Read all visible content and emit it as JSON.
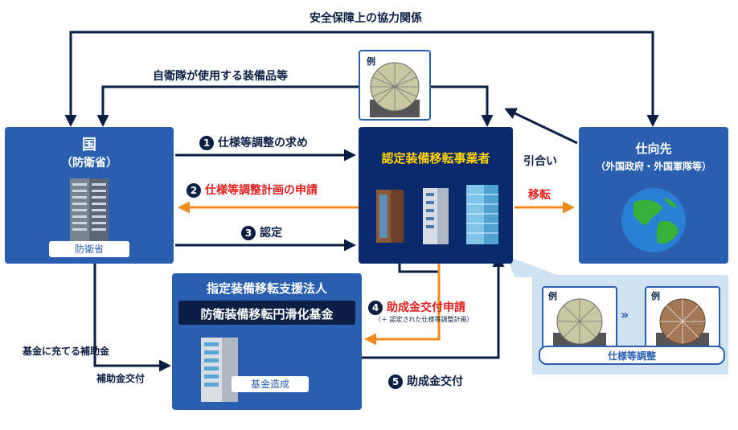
{
  "labels": {
    "security": "安全保障上の協力関係",
    "equipment": "自衛隊が使用する装備品等",
    "step1": "仕様等調整の求め",
    "step2": "仕様等調整計画の申請",
    "step3": "認定",
    "step4": "助成金交付申請",
    "step4_sub": "（＋ 認定された仕様等調整計画）",
    "step5": "助成金交付",
    "intro": "引合い",
    "transfer": "移転",
    "subsidy_fund": "基金に充てる補助金",
    "subsidy_grant": "補助金交付"
  },
  "badges": {
    "b1": "1",
    "b2": "2",
    "b3": "3",
    "b4": "4",
    "b5": "5"
  },
  "country": {
    "title": "国",
    "subtitle": "（防衛省）",
    "pill": "防衛省"
  },
  "business": {
    "title": "認定装備移転事業者"
  },
  "destination": {
    "title": "仕向先",
    "subtitle": "（外国政府・外国軍隊等）"
  },
  "support": {
    "title": "指定装備移転支援法人",
    "fund": "防衛装備移転円滑化基金",
    "pill": "基金造成"
  },
  "example": {
    "label": "例",
    "label2": "例",
    "caption": "仕様等調整"
  },
  "colors": {
    "blue": "#2a5fb0",
    "navy": "#0b2a6e",
    "dark": "#0b1f45",
    "orange": "#f08c1e",
    "light": "#cfe2f3"
  }
}
